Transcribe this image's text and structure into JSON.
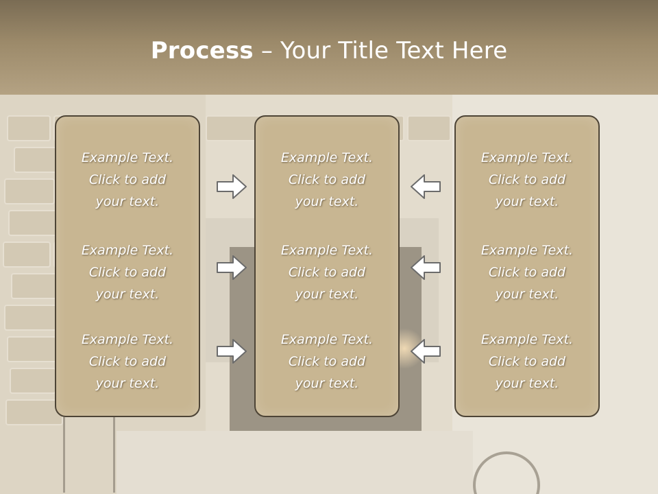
{
  "slide": {
    "title_bold": "Process",
    "title_rest": " – Your Title Text Here"
  },
  "columns": [
    {
      "items": [
        {
          "line1": "Example Text.",
          "line2": "Click  to add",
          "line3": "your text."
        },
        {
          "line1": "Example Text.",
          "line2": "Click  to add",
          "line3": "your text."
        },
        {
          "line1": "Example Text.",
          "line2": "Click  to add",
          "line3": "your text."
        }
      ]
    },
    {
      "items": [
        {
          "line1": "Example Text.",
          "line2": "Click  to add",
          "line3": "your text."
        },
        {
          "line1": "Example Text.",
          "line2": "Click  to add",
          "line3": "your text."
        },
        {
          "line1": "Example Text.",
          "line2": "Click  to add",
          "line3": "your text."
        }
      ]
    },
    {
      "items": [
        {
          "line1": "Example Text.",
          "line2": "Click  to add",
          "line3": "your text."
        },
        {
          "line1": "Example Text.",
          "line2": "Click  to add",
          "line3": "your text."
        },
        {
          "line1": "Example Text.",
          "line2": "Click  to add",
          "line3": "your text."
        }
      ]
    }
  ],
  "arrows": {
    "left_group": "arrow-right-icon",
    "right_group": "arrow-left-icon"
  },
  "colors": {
    "header": "#9c8a6a",
    "box_fill": "#c8b692",
    "box_border": "#4d4436",
    "text": "#ffffff",
    "arrow_fill": "#ffffff",
    "arrow_stroke": "#6b6b6b"
  }
}
